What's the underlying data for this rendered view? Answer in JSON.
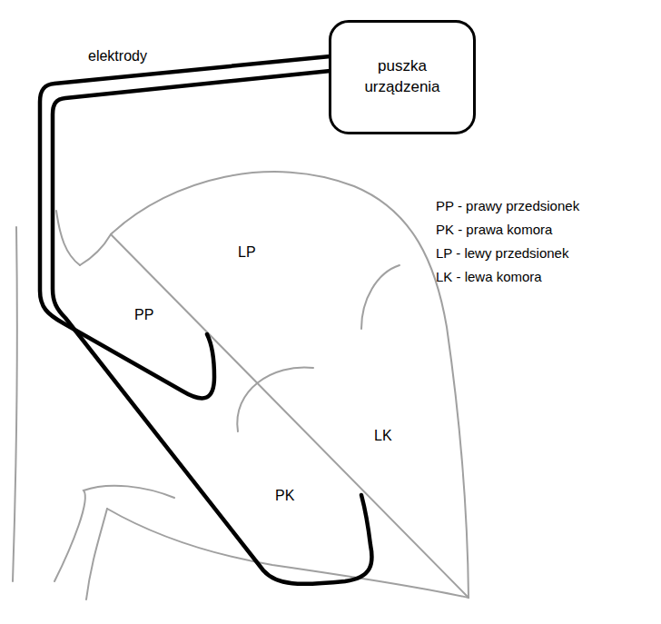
{
  "diagram": {
    "nodes": [
      {
        "text": [
          "puszka urządzenia"
        ]
      }
    ],
    "labels": [
      "elektrody",
      "PP",
      "LP",
      "PK",
      "LK",
      "PP - prawy przedsionek",
      "PK - prawa komora",
      "LP - lewy przedsionek",
      "LK - lewa komora"
    ]
  }
}
